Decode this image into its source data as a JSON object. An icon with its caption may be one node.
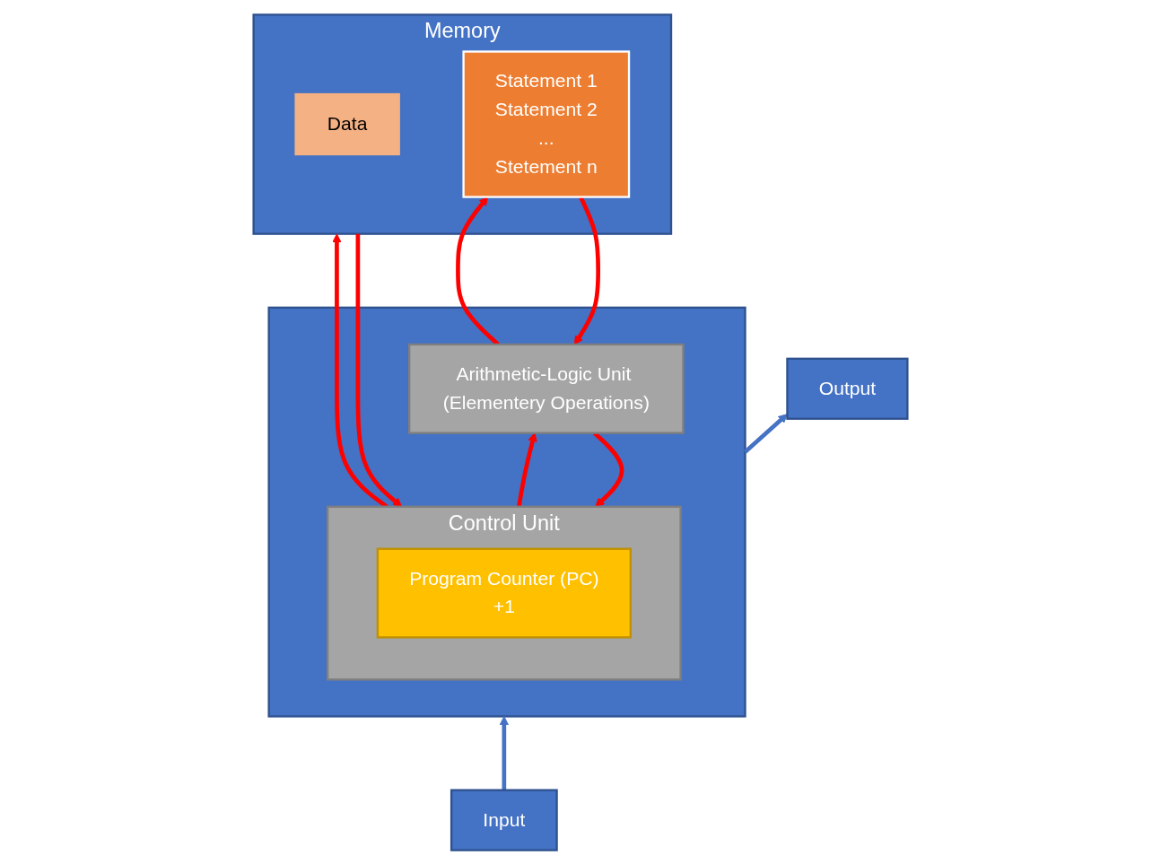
{
  "diagram": {
    "nodes": [
      {
        "text": [
          "Memory"
        ]
      },
      {
        "text": [
          "Data"
        ],
        "in": 0
      },
      {
        "text": [
          "Statement 1",
          "Statement 2",
          "...",
          "Stetement n"
        ],
        "in": 0
      },
      {
        "text": [],
        "shape": "box"
      },
      {
        "text": [
          "Control Unit"
        ],
        "in": 3
      },
      {
        "text": [
          "Program Counter (PC)",
          "+1"
        ],
        "in": 4
      },
      {
        "text": [
          "Arithmetic-Logic Unit (Elementery Operations)"
        ],
        "in": 3
      },
      {
        "text": [
          "Input"
        ]
      },
      {
        "text": [
          "Output"
        ]
      }
    ],
    "edges": [
      {
        "from": 4,
        "to": 0,
        "arrow": "to"
      },
      {
        "from": 0,
        "to": 4,
        "arrow": "to"
      },
      {
        "from": 6,
        "to": 2,
        "arrow": "to"
      },
      {
        "from": 2,
        "to": 6,
        "arrow": "to"
      },
      {
        "from": 4,
        "to": 6,
        "arrow": "to"
      },
      {
        "from": 6,
        "to": 4,
        "arrow": "to"
      },
      {
        "from": 7,
        "to": 3,
        "arrow": "to",
        "color": "#4472c4"
      },
      {
        "from": 3,
        "to": 8,
        "arrow": "to",
        "color": "#4472c4"
      }
    ]
  }
}
